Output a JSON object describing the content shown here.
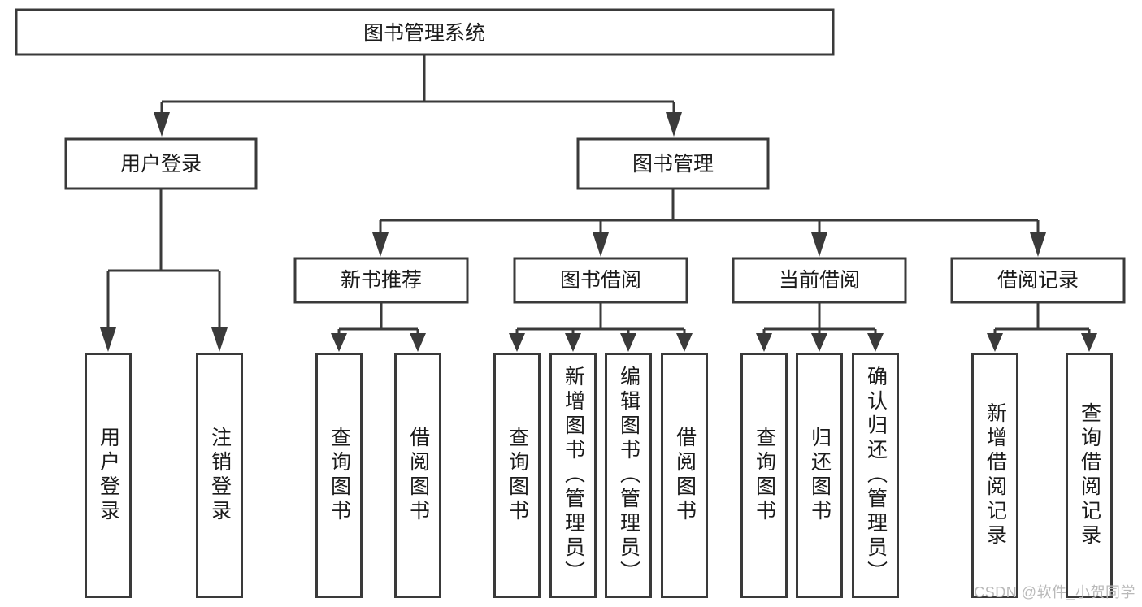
{
  "diagram": {
    "type": "hierarchy-tree",
    "title": "图书管理系统",
    "watermark": "CSDN @软件_小贺同学",
    "colors": {
      "stroke": "#3a3a3a",
      "fill": "#ffffff",
      "text": "#1b1b1b",
      "watermark": "#b9b9b9"
    },
    "root": {
      "label": "图书管理系统"
    },
    "level2": [
      {
        "label": "用户登录"
      },
      {
        "label": "图书管理"
      }
    ],
    "level3": [
      {
        "label": "新书推荐"
      },
      {
        "label": "图书借阅"
      },
      {
        "label": "当前借阅"
      },
      {
        "label": "借阅记录"
      }
    ],
    "leaves": {
      "user_login": [
        {
          "label": "用户登录"
        },
        {
          "label": "注销登录"
        }
      ],
      "new_book": [
        {
          "label": "查询图书"
        },
        {
          "label": "借阅图书"
        }
      ],
      "borrow_book": [
        {
          "label": "查询图书"
        },
        {
          "label": "新增图书（管理员）"
        },
        {
          "label": "编辑图书（管理员）"
        },
        {
          "label": "借阅图书"
        }
      ],
      "current_borrow": [
        {
          "label": "查询图书"
        },
        {
          "label": "归还图书"
        },
        {
          "label": "确认归还（管理员）"
        }
      ],
      "borrow_record": [
        {
          "label": "新增借阅记录"
        },
        {
          "label": "查询借阅记录"
        }
      ]
    }
  }
}
